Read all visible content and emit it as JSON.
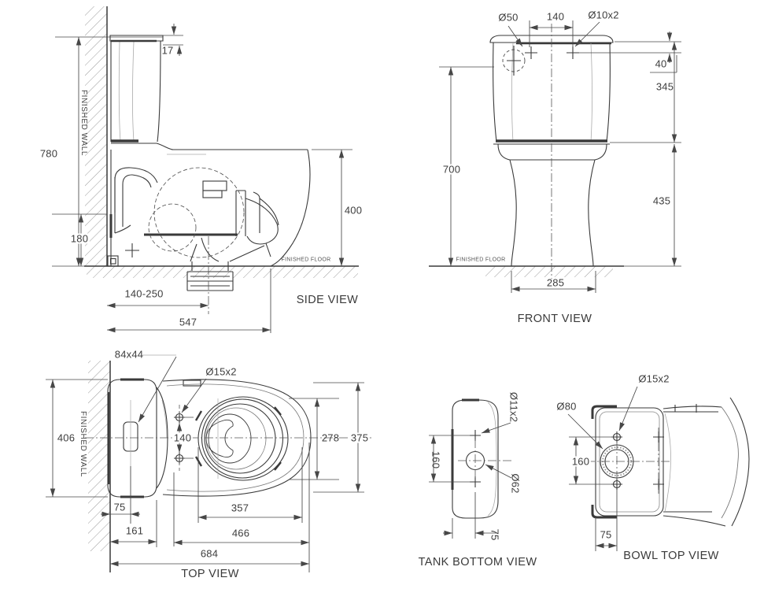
{
  "drawing": {
    "side_view": {
      "title": "SIDE VIEW",
      "wall_label": "FINISHED WALL",
      "floor_label": "FINISHED FLOOR",
      "dims": {
        "overall_height": "780",
        "lid_thickness": "17",
        "inlet_height": "180",
        "seat_height": "400",
        "rough_in": "140-250",
        "overall_depth": "547"
      }
    },
    "front_view": {
      "title": "FRONT VIEW",
      "floor_label": "FINISHED FLOOR",
      "dims": {
        "supply_hole": "Ø50",
        "bolt_spacing": "140",
        "bolt_holes": "Ø10x2",
        "hole_offset": "40",
        "tank_height": "345",
        "tank_top_height": "700",
        "bowl_height": "435",
        "base_width": "285"
      }
    },
    "top_view": {
      "title": "TOP VIEW",
      "wall_label": "FINISHED WALL",
      "dims": {
        "button_size": "84x44",
        "seat_holes": "Ø15x2",
        "overall_width": "406",
        "seat_hole_spacing": "140",
        "rim_inner_width": "278",
        "bowl_width": "375",
        "button_offset": "75",
        "tank_depth": "161",
        "opening_length": "357",
        "bowl_length": "466",
        "overall_depth": "684"
      }
    },
    "tank_bottom_view": {
      "title": "TANK BOTTOM VIEW",
      "dims": {
        "bolt_holes": "Ø11x2",
        "hole_spacing": "160",
        "flush_outlet": "Ø62",
        "outlet_offset": "75"
      }
    },
    "bowl_top_view": {
      "title": "BOWL TOP VIEW",
      "dims": {
        "seat_holes": "Ø15x2",
        "inlet_hole": "Ø80",
        "hole_spacing": "160",
        "inlet_offset": "75"
      }
    }
  }
}
